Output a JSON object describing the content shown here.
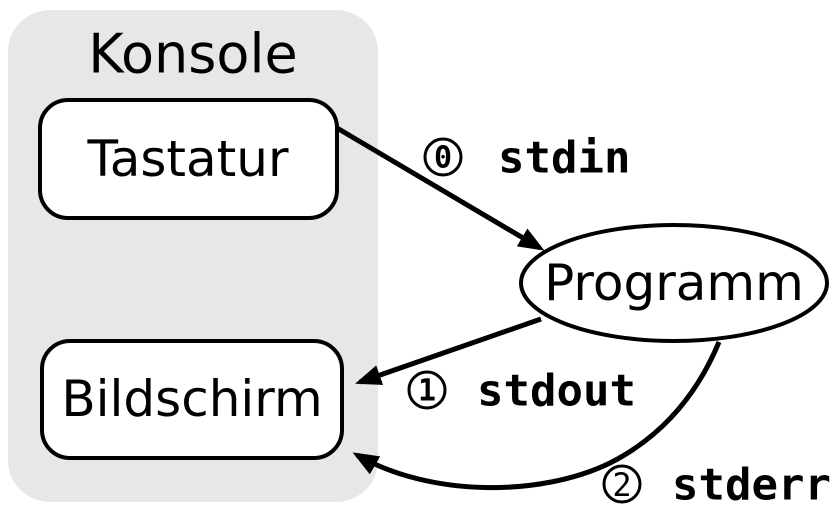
{
  "colors": {
    "background": "#ffffff",
    "console_fill": "#e7e7e7",
    "node_fill": "#ffffff",
    "line": "#000000"
  },
  "console": {
    "title": "Konsole"
  },
  "nodes": {
    "keyboard": {
      "label": "Tastatur"
    },
    "screen": {
      "label": "Bildschirm"
    },
    "program": {
      "label": "Programm"
    }
  },
  "streams": {
    "stdin": {
      "number": "0",
      "name": "stdin",
      "from": "Tastatur",
      "to": "Programm"
    },
    "stdout": {
      "number": "1",
      "name": "stdout",
      "from": "Programm",
      "to": "Bildschirm"
    },
    "stderr": {
      "number": "2",
      "name": "stderr",
      "from": "Programm",
      "to": "Bildschirm"
    }
  }
}
